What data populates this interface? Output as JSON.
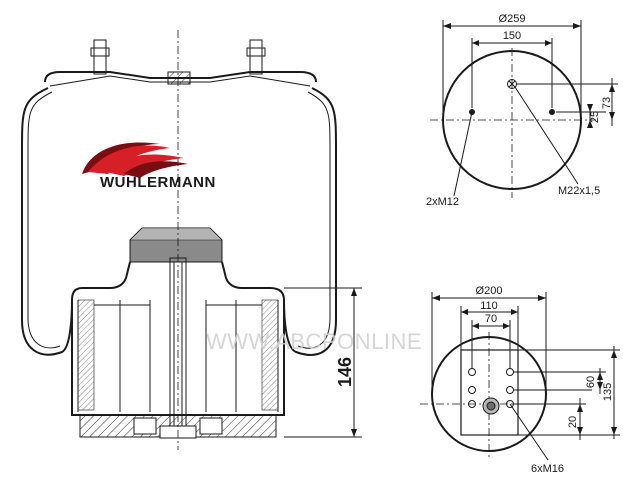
{
  "brand": {
    "name": "WUHLERMANN",
    "colors": {
      "swoosh_dark": "#7a0d12",
      "swoosh_red": "#d61f26",
      "text": "#1a1a1a"
    }
  },
  "watermark": {
    "text": "WWW.ABCPONLINE"
  },
  "side_view": {
    "height_label": "146"
  },
  "top_view": {
    "diameter_label": "Ø259",
    "bolt_spacing_label": "150",
    "offset_small_label": "25",
    "offset_large_label": "73",
    "bolt_callout": "2xM12",
    "air_fitting_callout": "M22x1,5"
  },
  "bottom_view": {
    "diameter_label": "Ø200",
    "width_outer_label": "110",
    "width_inner_label": "70",
    "height_60_label": "60",
    "height_135_label": "135",
    "height_20_label": "20",
    "thread_callout": "6xM16"
  }
}
